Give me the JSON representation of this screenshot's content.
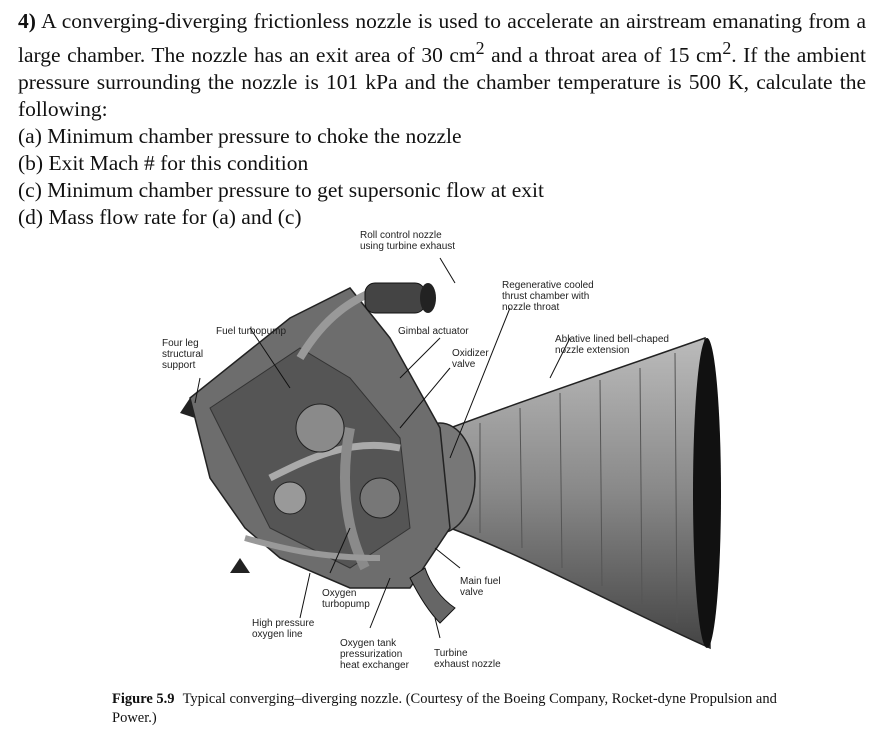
{
  "problem": {
    "number": "4)",
    "line1": "A converging-diverging frictionless nozzle is used to accelerate an airstream emanating from a large chamber. The nozzle has an exit area of 30 cm",
    "sup1": "2",
    "line2": " and a throat area of 15 cm",
    "sup2": "2",
    "line3": ". If the ambient pressure surrounding the nozzle is 101 kPa and the chamber temperature is 500 K, calculate the following:",
    "items": [
      "(a) Minimum chamber pressure to choke the nozzle",
      "(b) Exit Mach # for this condition",
      "(c) Minimum chamber pressure to get supersonic flow at exit",
      "(d) Mass flow rate for (a) and (c)"
    ]
  },
  "figure": {
    "labels": {
      "roll": "Roll control nozzle\nusing turbine exhaust",
      "regen": "Regenerative cooled\nthrust chamber with\nnozzle throat",
      "fuel_pump": "Fuel turbopump",
      "gimbal": "Gimbal actuator",
      "ablative": "Ablative lined bell-chaped\nnozzle extension",
      "four_leg": "Four leg\nstructural\nsupport",
      "oxidizer": "Oxidizer\nvalve",
      "main_fuel": "Main fuel\nvalve",
      "oxygen_pump": "Oxygen\nturbopump",
      "hp_line": "High pressure\noxygen line",
      "heat_ex": "Oxygen tank\npressurization\nheat exchanger",
      "turbine_nozzle": "Turbine\nexhaust nozzle"
    },
    "caption_label": "Figure 5.9",
    "caption_text": "Typical converging–diverging nozzle. (Courtesy of the Boeing Company, Rocket-dyne Propulsion and Power.)"
  }
}
